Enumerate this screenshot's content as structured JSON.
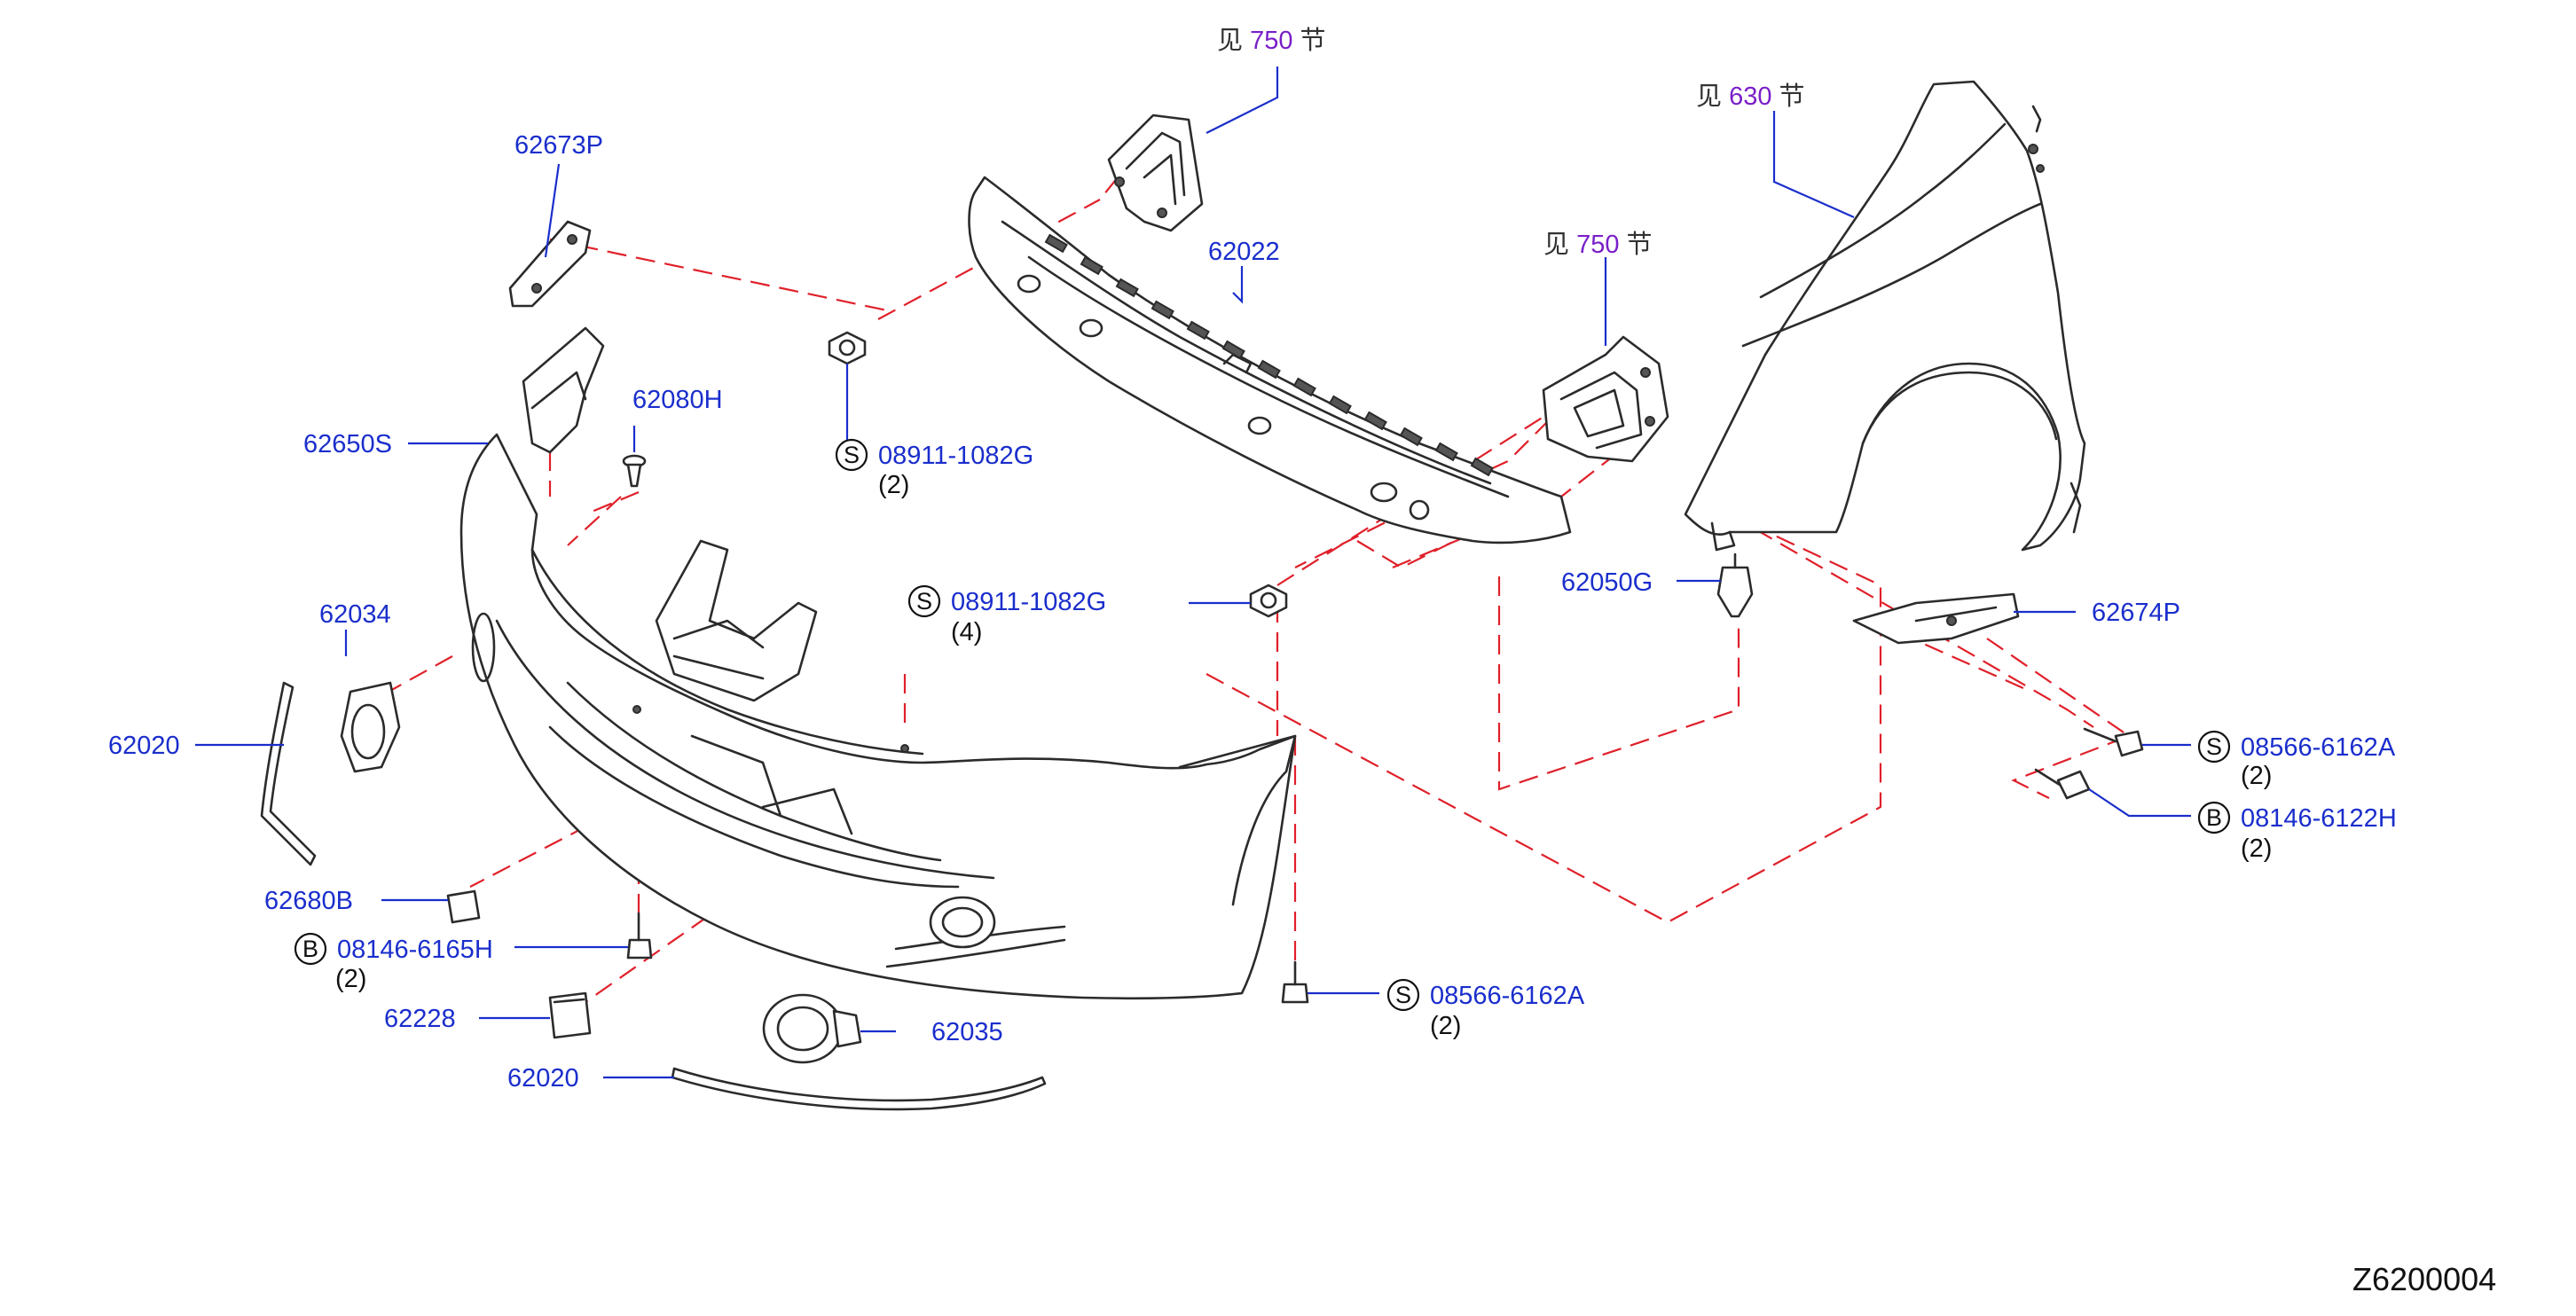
{
  "diagram": {
    "references": [
      {
        "prefix": "见",
        "number": "750",
        "suffix": "节"
      },
      {
        "prefix": "见",
        "number": "750",
        "suffix": "节"
      },
      {
        "prefix": "见",
        "number": "630",
        "suffix": "节"
      }
    ],
    "parts": [
      {
        "number": "62673P"
      },
      {
        "number": "62022"
      },
      {
        "number": "62650S"
      },
      {
        "number": "62080H"
      },
      {
        "number": "08911-1082G",
        "marker": "S",
        "qty": "(2)"
      },
      {
        "number": "08911-1082G",
        "marker": "S",
        "qty": "(4)"
      },
      {
        "number": "62050G"
      },
      {
        "number": "62674P"
      },
      {
        "number": "08566-6162A",
        "marker": "S",
        "qty": "(2)"
      },
      {
        "number": "08146-6122H",
        "marker": "B",
        "qty": "(2)"
      },
      {
        "number": "62034"
      },
      {
        "number": "62020"
      },
      {
        "number": "62680B"
      },
      {
        "number": "08146-6165H",
        "marker": "B",
        "qty": "(2)"
      },
      {
        "number": "62228"
      },
      {
        "number": "62035"
      },
      {
        "number": "62020"
      },
      {
        "number": "08566-6162A",
        "marker": "S",
        "qty": "(2)"
      }
    ],
    "diagram_code": "Z6200004"
  }
}
